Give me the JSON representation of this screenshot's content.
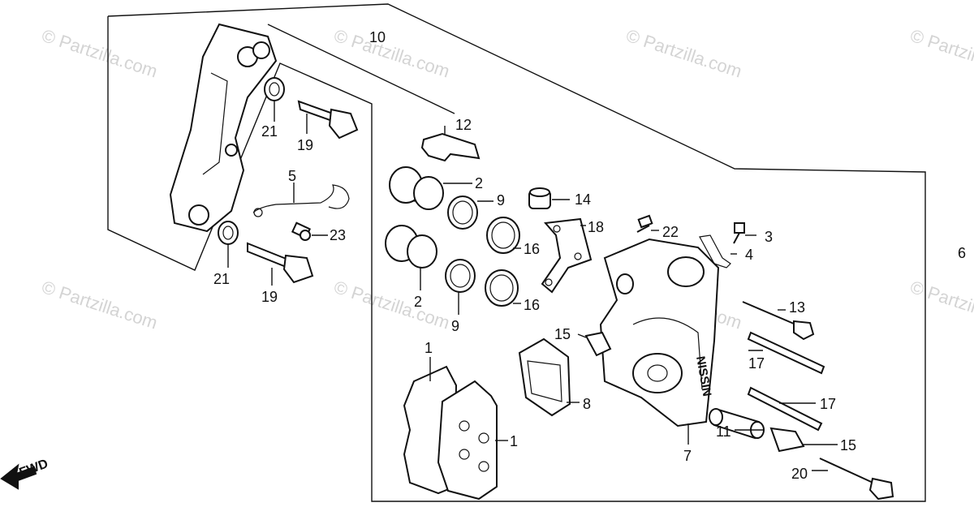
{
  "watermark": "© Partzilla.com",
  "brand_mark": "NISSIN",
  "direction_label": "FWD",
  "callouts": {
    "c1a": "1",
    "c1b": "1",
    "c2a": "2",
    "c2b": "2",
    "c3": "3",
    "c4": "4",
    "c5": "5",
    "c6": "6",
    "c7": "7",
    "c8": "8",
    "c9a": "9",
    "c9b": "9",
    "c10": "10",
    "c11": "11",
    "c12": "12",
    "c13": "13",
    "c14": "14",
    "c15a": "15",
    "c15b": "15",
    "c16a": "16",
    "c16b": "16",
    "c17a": "17",
    "c17b": "17",
    "c18": "18",
    "c19a": "19",
    "c19b": "19",
    "c20": "20",
    "c21a": "21",
    "c21b": "21",
    "c22": "22",
    "c23": "23"
  }
}
